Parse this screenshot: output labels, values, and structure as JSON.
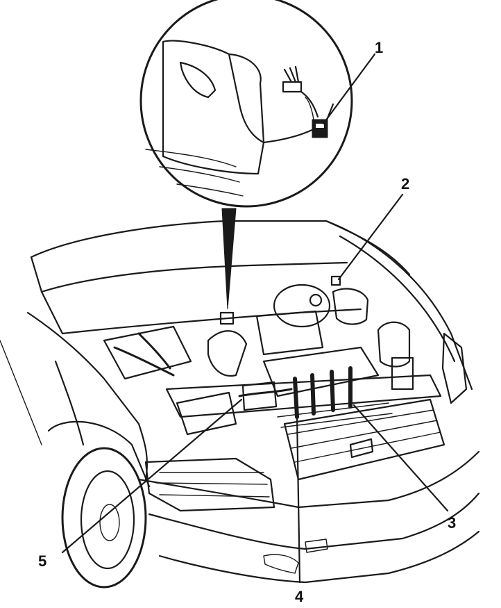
{
  "callouts": [
    {
      "id": "1",
      "label": "1"
    },
    {
      "id": "2",
      "label": "2"
    },
    {
      "id": "3",
      "label": "3"
    },
    {
      "id": "4",
      "label": "4"
    },
    {
      "id": "5",
      "label": "5"
    }
  ],
  "components": {
    "inset": "connector-detail-inset",
    "engine": "engine-compartment",
    "vehicle": "vehicle-front"
  }
}
